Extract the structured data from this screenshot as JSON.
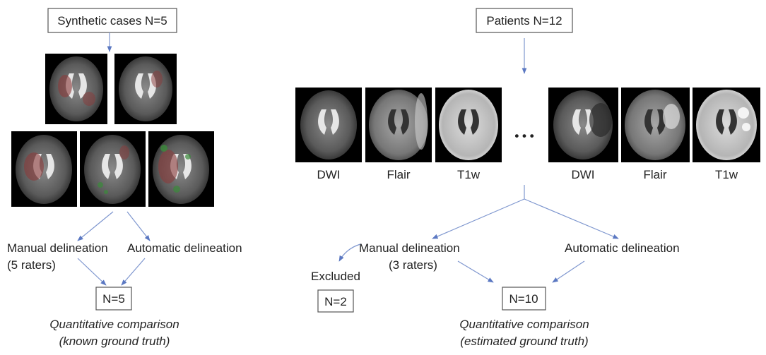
{
  "left": {
    "title": "Synthetic cases N=5",
    "manual": [
      "Manual delineation",
      "(5 raters)"
    ],
    "automatic": "Automatic delineation",
    "result": "N=5",
    "caption": [
      "Quantitative comparison",
      "(known ground truth)"
    ]
  },
  "right": {
    "title": "Patients N=12",
    "scan_labels": [
      "DWI",
      "Flair",
      "T1w",
      "DWI",
      "Flair",
      "T1w"
    ],
    "ellipsis": "• • •",
    "manual": [
      "Manual delineation",
      "(3 raters)"
    ],
    "automatic": "Automatic delineation",
    "excluded": "Excluded",
    "excluded_count": "N=2",
    "result": "N=10",
    "caption": [
      "Quantitative comparison",
      "(estimated ground truth)"
    ]
  },
  "colors": {
    "arrow": "#7f97cf",
    "box_border": "#555555",
    "scan_background": "#000000"
  }
}
